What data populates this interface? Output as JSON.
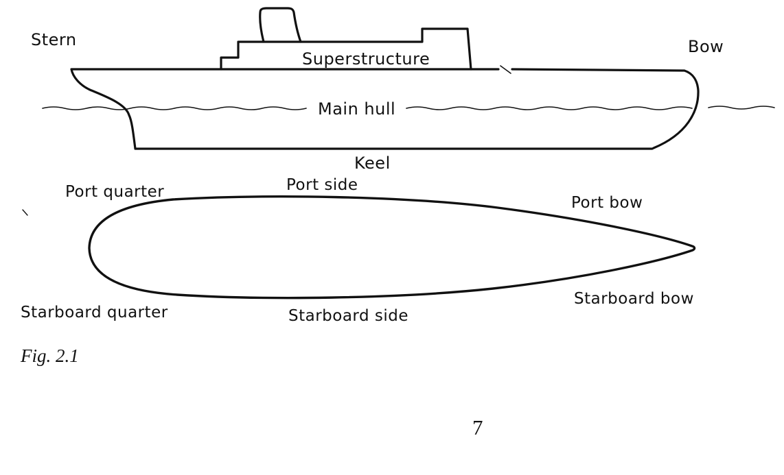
{
  "page": {
    "figure_caption": "Fig. 2.1",
    "page_number": "7"
  },
  "diagram": {
    "ink_color": "#111111",
    "background_color": "#ffffff",
    "side_view": {
      "labels": {
        "stern": "Stern",
        "bow": "Bow",
        "superstructure": "Superstructure",
        "main_hull": "Main hull",
        "keel": "Keel"
      }
    },
    "plan_view": {
      "labels": {
        "port_quarter": "Port quarter",
        "port_side": "Port side",
        "port_bow": "Port bow",
        "starboard_quarter": "Starboard quarter",
        "starboard_side": "Starboard side",
        "starboard_bow": "Starboard bow"
      }
    }
  }
}
